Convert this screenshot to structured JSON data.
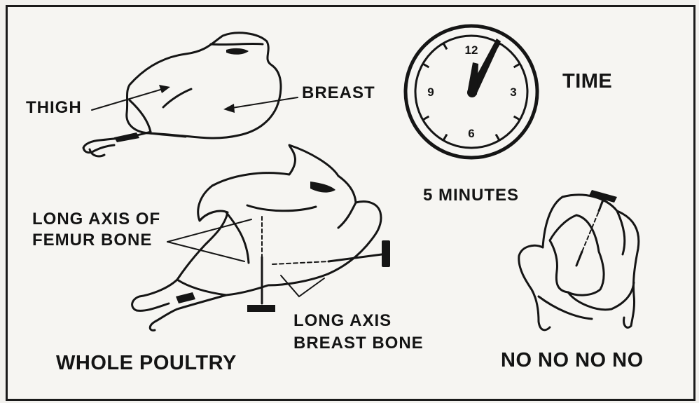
{
  "labels": {
    "thigh": "THIGH",
    "breast": "BREAST",
    "time": "TIME",
    "five_minutes": "5 MINUTES",
    "femur_line1": "LONG AXIS OF",
    "femur_line2": "FEMUR BONE",
    "breastbone_line1": "LONG AXIS",
    "breastbone_line2": "BREAST BONE",
    "whole_poultry": "WHOLE POULTRY",
    "no_no": "NO NO NO NO"
  },
  "clock": {
    "numerals": {
      "n12": "12",
      "n3": "3",
      "n6": "6",
      "n9": "9"
    }
  },
  "colors": {
    "ink": "#151515",
    "paper": "#f6f5f2"
  }
}
